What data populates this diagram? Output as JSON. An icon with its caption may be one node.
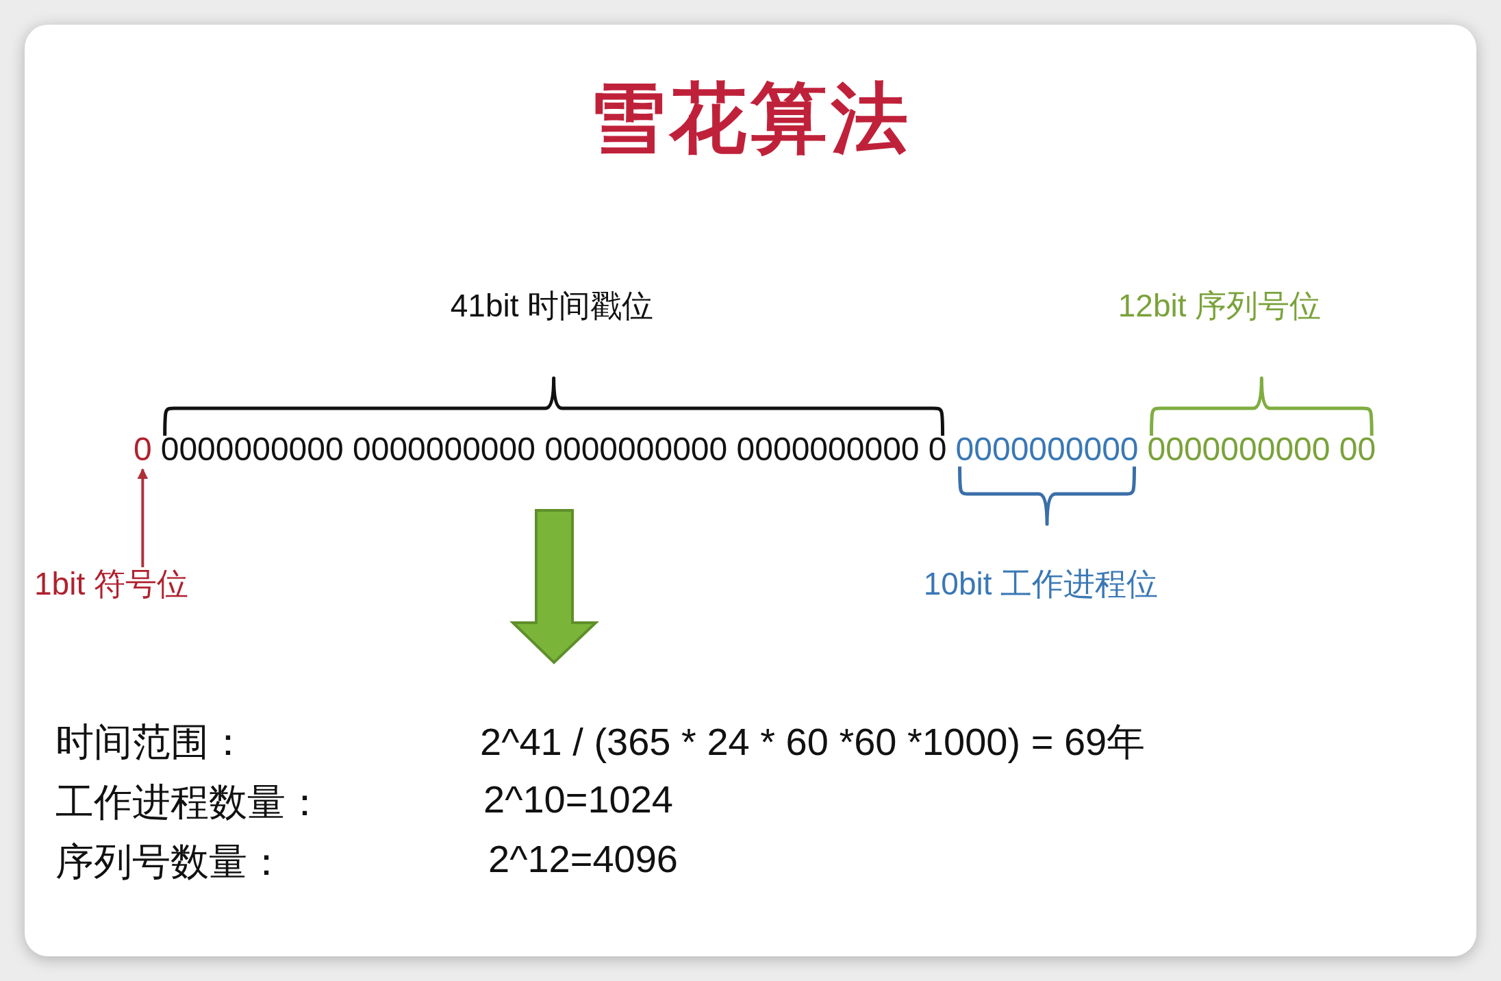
{
  "diagram": {
    "title": "雪花算法",
    "nodes": [
      {
        "text": [
          "0"
        ]
      },
      {
        "text": [
          "1bit 符号位"
        ]
      }
    ],
    "edges": [
      {
        "from": 1,
        "to": 0,
        "arrow": "to",
        "color": "#b0303a"
      }
    ],
    "labels": [
      "41bit 时间戳位",
      "12bit 序列号位",
      "0000000000 0000000000 0000000000 0000000000 0",
      "0000000000",
      "0000000000 00",
      "10bit 工作进程位",
      "时间范围：",
      "2^41 / (365 * 24 * 60 *60 *1000) = 69年",
      "工作进程数量：",
      "2^10=1024",
      "序列号数量：",
      "2^12=4096"
    ]
  }
}
